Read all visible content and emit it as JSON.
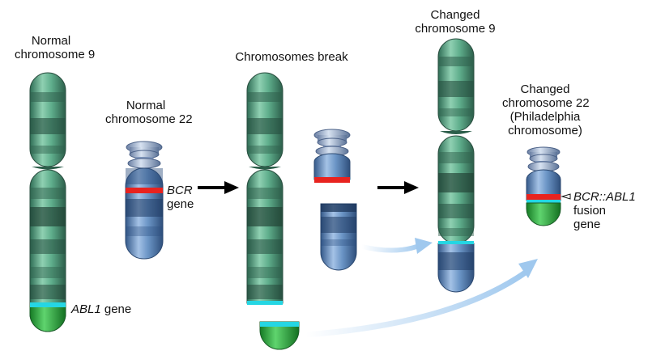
{
  "labels": {
    "normal9_l1": "Normal",
    "normal9_l2": "chromosome 9",
    "normal22_l1": "Normal",
    "normal22_l2": "chromosome 22",
    "break": "Chromosomes break",
    "changed9_l1": "Changed",
    "changed9_l2": "chromosome 9",
    "changed22_l1": "Changed",
    "changed22_l2": "chromosome 22",
    "changed22_l3": "(Philadelphia",
    "changed22_l4": "chromosome)"
  },
  "genes": {
    "bcr_name": "BCR",
    "bcr_word": "gene",
    "abl1_name": "ABL1",
    "abl1_word": " gene",
    "fusion_name": "BCR::ABL1",
    "fusion_l2": "fusion",
    "fusion_l3": "gene"
  },
  "colors": {
    "chr9_green": "#4f9a7c",
    "chr22_blue": "#5a86b6",
    "bcr_red": "#e8231f",
    "abl1_cyan": "#25d6e3",
    "abl1_tail_green": "#27a83a",
    "move_arrow": "#a9cdee",
    "step_arrow": "#000000"
  }
}
